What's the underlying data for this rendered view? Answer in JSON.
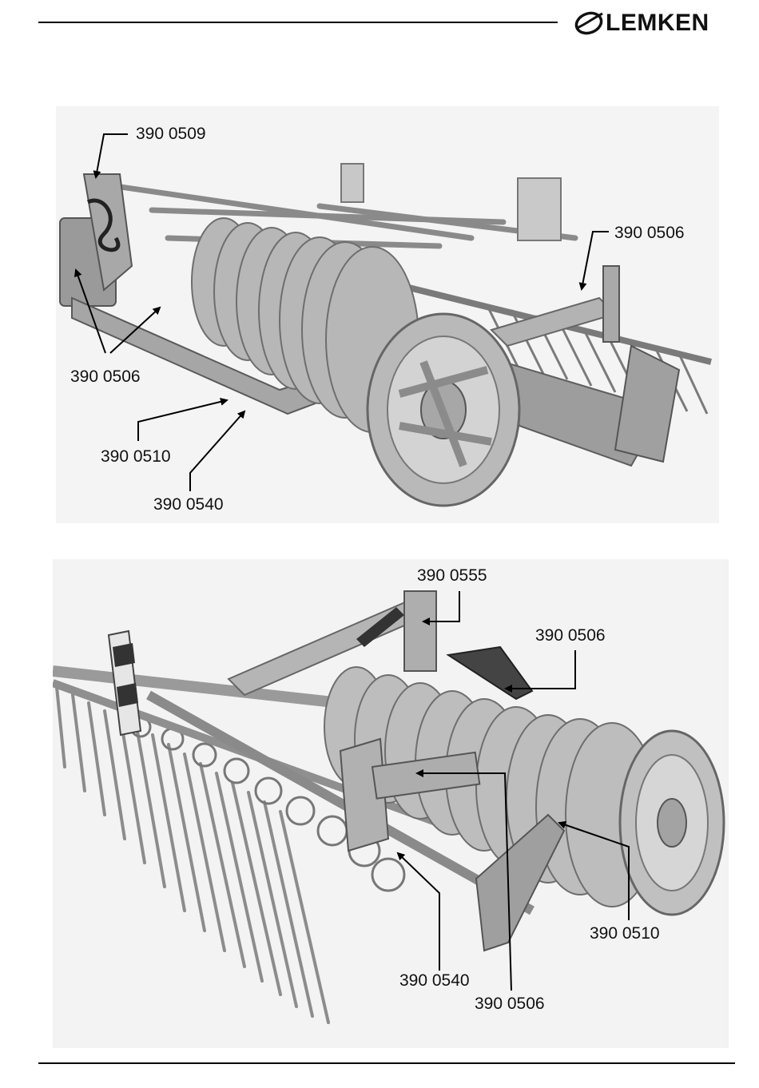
{
  "header": {
    "brand": "LEMKEN",
    "logo_icon": "lemken-swoosh-icon"
  },
  "figure1": {
    "callouts": {
      "c1": "390 0509",
      "c2": "390 0506",
      "c3": "390 0506",
      "c4": "390 0510",
      "c5": "390 0540"
    }
  },
  "figure2": {
    "callouts": {
      "c1": "390 0555",
      "c2": "390 0506",
      "c3": "390 0510",
      "c4": "390 0540",
      "c5": "390 0506"
    }
  },
  "colors": {
    "steel": "#b0b0b0",
    "steel_dark": "#7d7d7d",
    "background": "#f4f4f4",
    "ink": "#111111"
  }
}
